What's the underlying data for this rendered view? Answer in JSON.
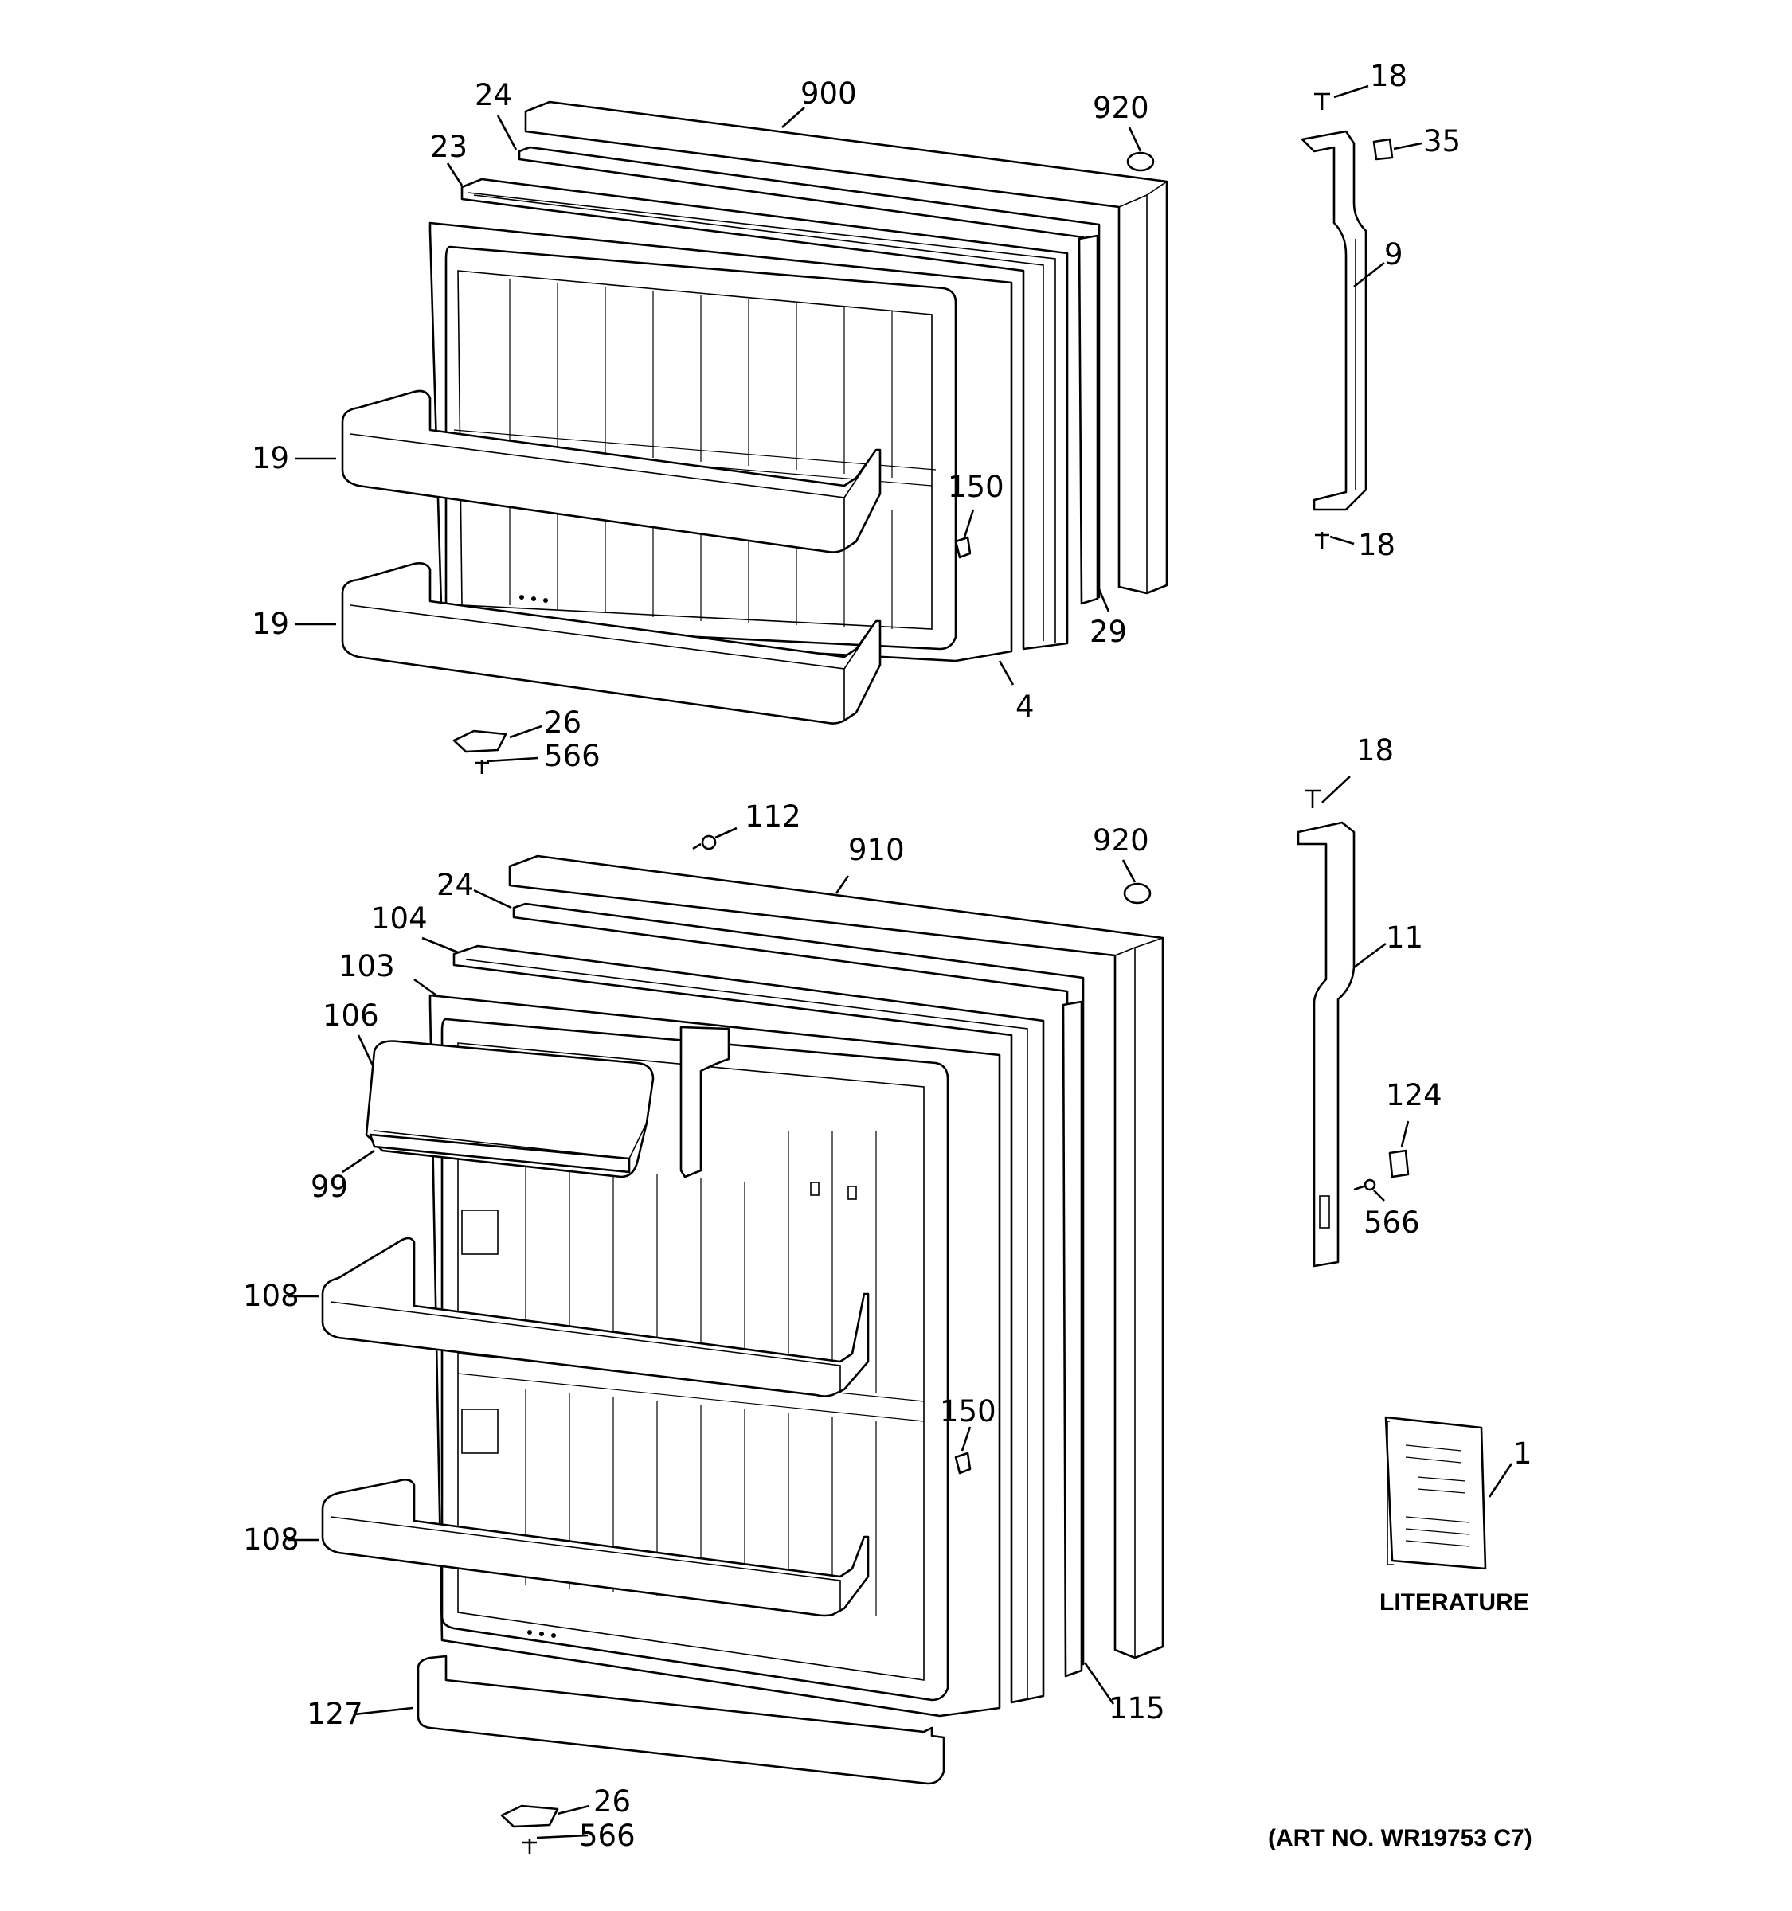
{
  "upper_door": {
    "labels": {
      "handle_screw_top": "18",
      "handle_cap": "35",
      "door_outer": "900",
      "plug": "920",
      "gasket_24": "24",
      "gasket_23": "23",
      "handle": "9",
      "shelf_a": "19",
      "shelf_b": "19",
      "stop": "150",
      "handle_screw_bottom": "18",
      "trim": "29",
      "liner": "4",
      "hinge": "26",
      "hinge_screw": "566"
    }
  },
  "lower_door": {
    "labels": {
      "handle_screw_top": "18",
      "screw_112": "112",
      "door_outer": "910",
      "plug": "920",
      "gasket_24": "24",
      "gasket_104": "104",
      "gasket_103": "103",
      "handle": "11",
      "cover_106": "106",
      "dairy_99": "99",
      "clip": "124",
      "clip_screw": "566",
      "shelf_a": "108",
      "shelf_b": "108",
      "stop": "150",
      "trim": "115",
      "bottom_shelf": "127",
      "hinge": "26",
      "hinge_screw": "566"
    }
  },
  "literature": {
    "number": "1",
    "caption": "LITERATURE"
  },
  "art_number": "(ART NO. WR19753 C7)"
}
